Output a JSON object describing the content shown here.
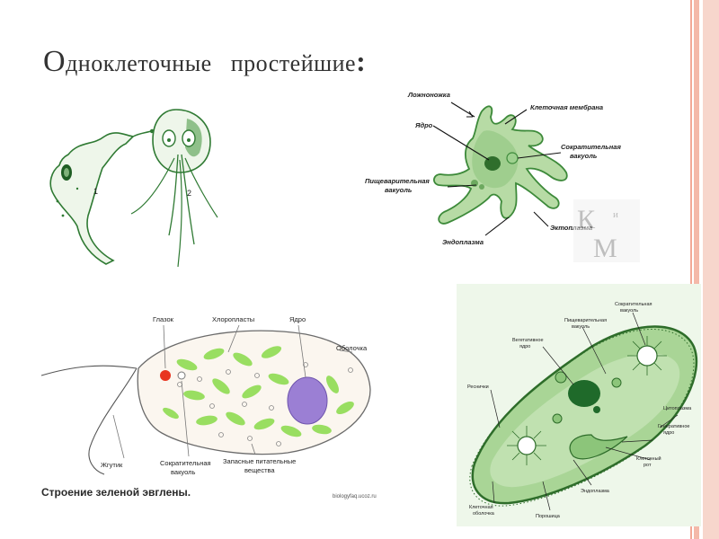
{
  "title": {
    "first_letter": "О",
    "rest_word1": "дноклеточные",
    "word2": "простейшие",
    "colon": ":"
  },
  "trypanosoma": {
    "label_1": "1",
    "label_2": "2"
  },
  "amoeba": {
    "labels": {
      "pseudopod": "Ложноножка",
      "membrane": "Клеточная мембрана",
      "nucleus": "Ядро",
      "contractile_line1": "Сократительная",
      "contractile_line2": "вакуоль",
      "digestive_line1": "Пищеварительная",
      "digestive_line2": "вакуоль",
      "ectoplasm": "Эктоплазма",
      "endoplasm": "Эндоплазма"
    },
    "watermark_top": "К",
    "watermark_sup": "и",
    "watermark_bottom": "М"
  },
  "euglena": {
    "labels": {
      "eyespot": "Глазок",
      "chloroplasts": "Хлоропласты",
      "nucleus": "Ядро",
      "shell": "Оболочка",
      "flagellum": "Жгутик",
      "contractile_line1": "Сократительная",
      "contractile_line2": "вакуоль",
      "reserve_line1": "Запасные питательные",
      "reserve_line2": "вещества"
    },
    "caption": "Строение зеленой эвглены.",
    "source": "biologyfaq.ucoz.ru"
  },
  "paramecium": {
    "labels": {
      "contractile_line1": "Сократительная",
      "contractile_line2": "вакуоль",
      "digestive_line1": "Пищеварительная",
      "digestive_line2": "вакуоль",
      "vegetative_line1": "Вегетативное",
      "vegetative_line2": "ядро",
      "generative_line1": "Генеративное",
      "generative_line2": "ядро",
      "cilia": "Реснички",
      "cytoplasm": "Цитоплазма",
      "cell_mouth_line1": "Клеточный",
      "cell_mouth_line2": "рот",
      "endoplasm": "Эндоплазма",
      "shell_line1": "Клеточная",
      "shell_line2": "оболочка",
      "powder": "Порошица"
    }
  }
}
